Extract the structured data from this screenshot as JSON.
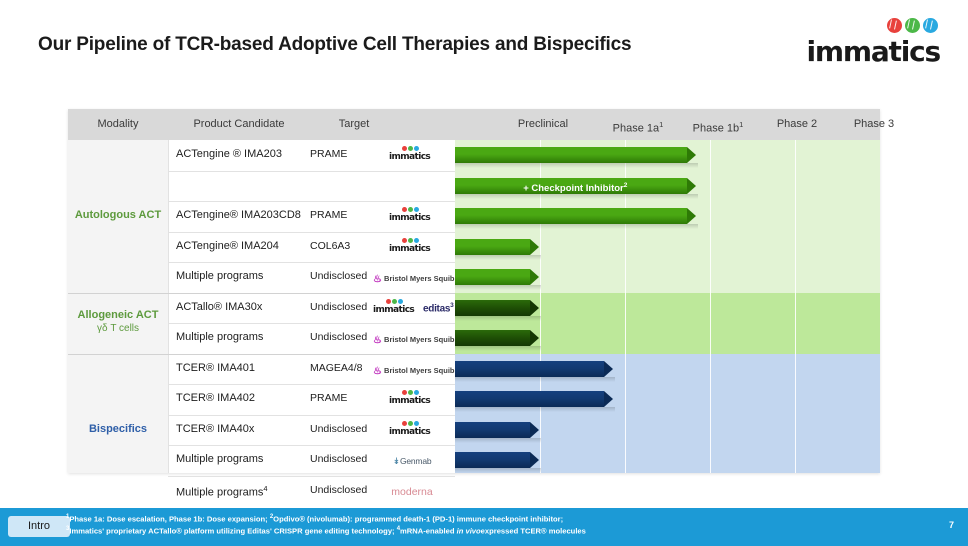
{
  "slide": {
    "title": "Our Pipeline of TCR-based Adoptive Cell Therapies and Bispecifics",
    "page_number": "7",
    "intro_button": "Intro"
  },
  "logo": {
    "wordmark": "immatics",
    "dot_colors": [
      "#e8413c",
      "#4cb848",
      "#29a9e0"
    ]
  },
  "colors": {
    "green_bar": "#4aa813",
    "green_bar_dark": "#1d4c05",
    "blue_bar": "#123a72",
    "lane_green_light": "#e2f3d4",
    "lane_green_mid": "#bde89a",
    "lane_blue": "#c2d6ef",
    "header_band": "#d9d9d9",
    "footer": "#1c9ad6",
    "modality_green": "#5d9a3d",
    "modality_blue": "#2f5fa8"
  },
  "chart_data": {
    "type": "bar",
    "title": "Our Pipeline of TCR-based Adoptive Cell Therapies and Bispecifics",
    "xlabel": "",
    "ylabel": "",
    "grid": true,
    "legend_position": "none",
    "stage_columns": [
      {
        "label": "Modality",
        "sup": ""
      },
      {
        "label": "Product Candidate",
        "sup": ""
      },
      {
        "label": "Target",
        "sup": ""
      },
      {
        "label": "Preclinical",
        "sup": ""
      },
      {
        "label": "Phase 1a",
        "sup": "1"
      },
      {
        "label": "Phase 1b",
        "sup": "1"
      },
      {
        "label": "Phase 2",
        "sup": ""
      },
      {
        "label": "Phase 3",
        "sup": ""
      }
    ],
    "stage_scale": [
      "Preclinical",
      "Phase 1a",
      "Phase 1b",
      "Phase 2",
      "Phase 3"
    ],
    "sections": [
      {
        "modality": "Autologous ACT",
        "modality_sub": "",
        "lane": "green-light",
        "bar_style": "green",
        "rows": [
          {
            "candidate": "ACTengine ® IMA203",
            "candidate_sup": "",
            "target": "PRAME",
            "partner": "immatics",
            "progress": 0.566,
            "bar_label": ""
          },
          {
            "candidate": "",
            "candidate_sup": "",
            "target": "",
            "partner": "",
            "progress": 0.566,
            "bar_label": "+ Checkpoint Inhibitor",
            "bar_label_sup": "2"
          },
          {
            "candidate": "ACTengine® IMA203CD8",
            "candidate_sup": "",
            "target": "PRAME",
            "partner": "immatics",
            "progress": 0.566,
            "bar_label": ""
          },
          {
            "candidate": "ACTengine® IMA204",
            "candidate_sup": "",
            "target": "COL6A3",
            "partner": "immatics",
            "progress": 0.198,
            "bar_label": ""
          },
          {
            "candidate": "Multiple programs",
            "candidate_sup": "",
            "target": "Undisclosed",
            "partner": "bristol-myers-squibb",
            "progress": 0.198,
            "bar_label": ""
          }
        ]
      },
      {
        "modality": "Allogeneic ACT",
        "modality_sub": "γδ T cells",
        "lane": "green-mid",
        "bar_style": "green-dark",
        "rows": [
          {
            "candidate": "ACTallo® IMA30x",
            "candidate_sup": "",
            "target": "Undisclosed",
            "partner": "immatics-editas",
            "progress": 0.198,
            "bar_label": ""
          },
          {
            "candidate": "Multiple programs",
            "candidate_sup": "",
            "target": "Undisclosed",
            "partner": "bristol-myers-squibb",
            "progress": 0.198,
            "bar_label": ""
          }
        ]
      },
      {
        "modality": "Bispecifics",
        "modality_sub": "",
        "lane": "blue",
        "bar_style": "blue",
        "rows": [
          {
            "candidate": "TCER®  IMA401",
            "candidate_sup": "",
            "target": "MAGEA4/8",
            "partner": "bristol-myers-squibb",
            "progress": 0.372,
            "bar_label": ""
          },
          {
            "candidate": "TCER®  IMA402",
            "candidate_sup": "",
            "target": "PRAME",
            "partner": "immatics",
            "progress": 0.372,
            "bar_label": ""
          },
          {
            "candidate": "TCER®  IMA40x",
            "candidate_sup": "",
            "target": "Undisclosed",
            "partner": "immatics",
            "progress": 0.198,
            "bar_label": ""
          },
          {
            "candidate": "Multiple programs",
            "candidate_sup": "",
            "target": "Undisclosed",
            "partner": "genmab",
            "progress": 0.198,
            "bar_label": ""
          },
          {
            "candidate": "Multiple programs",
            "candidate_sup": "4",
            "target": "Undisclosed",
            "partner": "moderna",
            "progress": 0.198,
            "bar_label": ""
          }
        ]
      }
    ]
  },
  "partners": {
    "immatics": "immatics",
    "editas": "editas",
    "editas_sup": "3",
    "bristol": "Bristol Myers Squibb",
    "genmab": "Genmab",
    "moderna": "moderna"
  },
  "footnotes": {
    "line1_a_sup": "1",
    "line1_a": "Phase 1a: Dose escalation, Phase 1b: Dose expansion;",
    "line1_b_sup": "2",
    "line1_b": "Opdivo® (nivolumab): programmed death-1 (PD-1) immune checkpoint inhibitor;",
    "line2_a_sup": "3",
    "line2_a": "Immatics' proprietary ACTallo® platform utilizing Editas' CRISPR gene editing technology;",
    "line2_b_sup": "4",
    "line2_b_pre": "mRNA-enabled",
    "line2_b_it": "in vivo",
    "line2_b_post": "expressed TCER® molecules"
  }
}
